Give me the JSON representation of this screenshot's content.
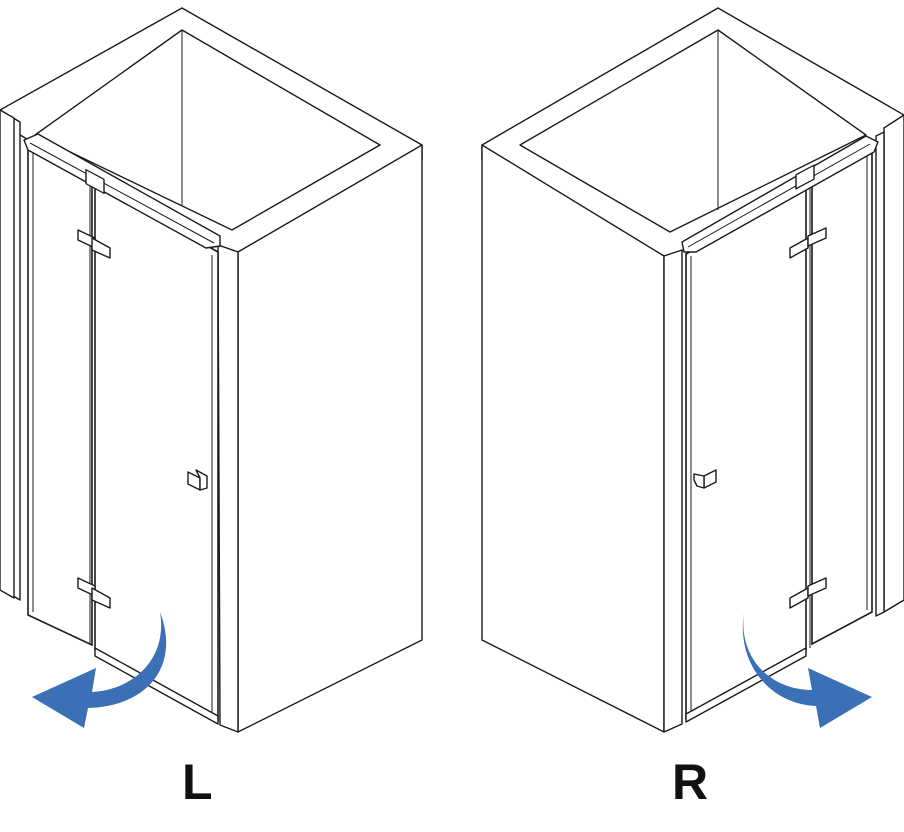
{
  "variants": [
    {
      "label": "L",
      "swing": "left"
    },
    {
      "label": "R",
      "swing": "right"
    }
  ],
  "colors": {
    "arrow": "#3b6fb6",
    "line": "#1a1a1a",
    "background": "#ffffff"
  }
}
